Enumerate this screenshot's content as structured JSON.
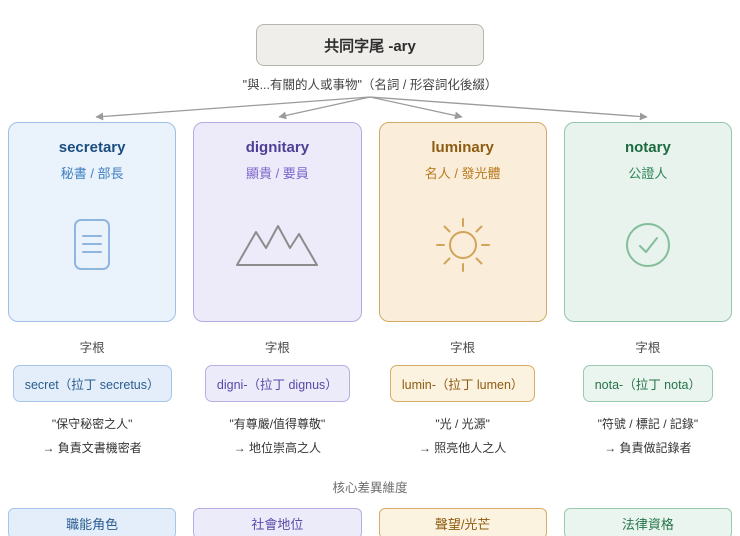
{
  "header": {
    "title": "共同字尾 -ary",
    "subtitle": "\"與...有關的人或事物\"（名詞 / 形容詞化後綴）"
  },
  "section_labels": {
    "root": "字根",
    "dimension": "核心差異維度"
  },
  "arrow_color": "#9b9b9b",
  "columns": [
    {
      "word": "secretary",
      "meaning": "秘書 / 部長",
      "icon_name": "document-icon",
      "root": "secret（拉丁 secretus）",
      "gloss": "\"保守秘密之人\"",
      "derivation": "→ 負責文書機密者",
      "dimension": "職能角色",
      "colors": {
        "card_bg": "#eaf2fc",
        "card_border": "#9fc0e6",
        "title": "#1a4e80",
        "meaning": "#3f7fc1",
        "chip_bg": "#e3eefa",
        "chip_border": "#a5c6e8",
        "chip_text": "#2b5d8f",
        "icon": "#8eb6de"
      }
    },
    {
      "word": "dignitary",
      "meaning": "顯貴 / 要員",
      "icon_name": "mountain-icon",
      "root": "digni-（拉丁 dignus）",
      "gloss": "\"有尊嚴/值得尊敬\"",
      "derivation": "→ 地位崇高之人",
      "dimension": "社會地位",
      "colors": {
        "card_bg": "#edebfa",
        "card_border": "#b6abe0",
        "title": "#4f3f96",
        "meaning": "#7d66cc",
        "chip_bg": "#ecebfa",
        "chip_border": "#b9aee2",
        "chip_text": "#5a49a8",
        "icon": "#8c8c8c"
      }
    },
    {
      "word": "luminary",
      "meaning": "名人 / 發光體",
      "icon_name": "sun-icon",
      "root": "lumin-（拉丁 lumen）",
      "gloss": "\"光 / 光源\"",
      "derivation": "→ 照亮他人之人",
      "dimension": "聲望/光芒",
      "colors": {
        "card_bg": "#faeedb",
        "card_border": "#d2a964",
        "title": "#8d5c12",
        "meaning": "#b97a1e",
        "chip_bg": "#fbf2df",
        "chip_border": "#d6ae66",
        "chip_text": "#8d5c12",
        "icon": "#d2a35a"
      }
    },
    {
      "word": "notary",
      "meaning": "公證人",
      "icon_name": "check-circle-icon",
      "root": "nota-（拉丁 nota）",
      "gloss": "\"符號 / 標記 / 記錄\"",
      "derivation": "→ 負責做記錄者",
      "dimension": "法律資格",
      "colors": {
        "card_bg": "#e7f3ec",
        "card_border": "#95c5a9",
        "title": "#1e6b41",
        "meaning": "#2f855a",
        "chip_bg": "#e9f5ee",
        "chip_border": "#9bc9ae",
        "chip_text": "#27734a",
        "icon": "#84bd9c"
      }
    }
  ]
}
